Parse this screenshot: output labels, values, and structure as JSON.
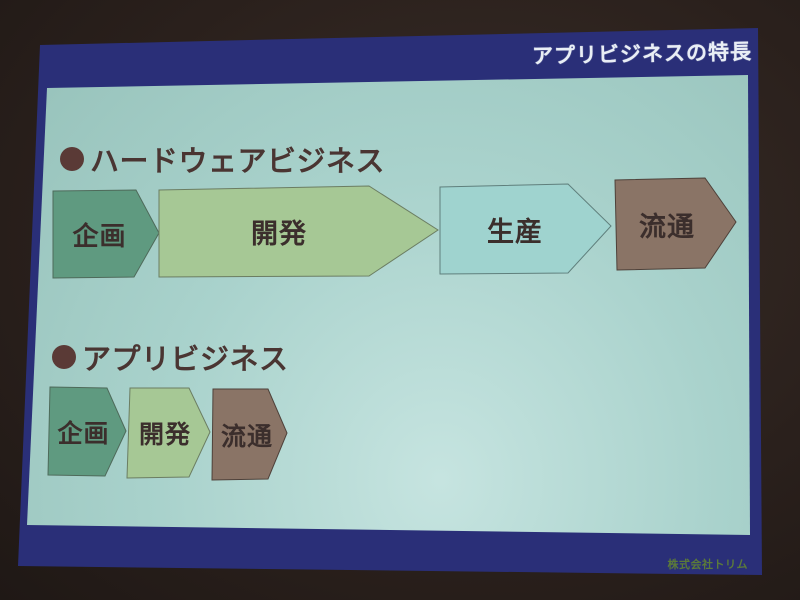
{
  "slide": {
    "title": "アプリビジネスの特長",
    "footer": "株式会社トリム",
    "colors": {
      "band": "#2a2f78",
      "background": "#a9d2cc",
      "text": "#3b2e2c",
      "planning": "#5f9a80",
      "development": "#a6c895",
      "production": "#9fd3cf",
      "distribution": "#8a7466"
    }
  },
  "sections": [
    {
      "heading": "●ハードウェアビジネス",
      "heading_text": "ハードウェアビジネス",
      "steps": [
        {
          "label": "企画",
          "color": "#5f9a80"
        },
        {
          "label": "開発",
          "color": "#a6c895"
        },
        {
          "label": "生産",
          "color": "#9fd3cf"
        },
        {
          "label": "流通",
          "color": "#8a7466"
        }
      ]
    },
    {
      "heading": "●アプリビジネス",
      "heading_text": "アプリビジネス",
      "steps": [
        {
          "label": "企画",
          "color": "#5f9a80"
        },
        {
          "label": "開発",
          "color": "#a6c895"
        },
        {
          "label": "流通",
          "color": "#8a7466"
        }
      ]
    }
  ]
}
